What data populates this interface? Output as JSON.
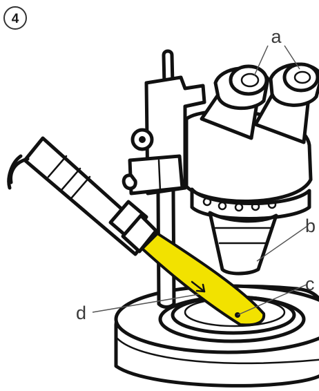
{
  "step": {
    "number": "4"
  },
  "labels": {
    "a": "a",
    "b": "b",
    "c": "c",
    "d": "d"
  },
  "colors": {
    "highlight": "#f2e200",
    "ink": "#111111",
    "label_text": "#3a3a3a"
  }
}
